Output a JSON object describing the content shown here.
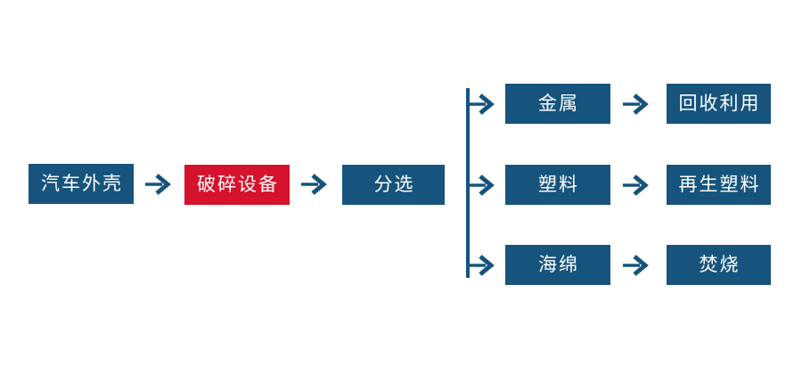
{
  "flowchart": {
    "main_flow": [
      {
        "label": "汽车外壳"
      },
      {
        "label": "破碎设备"
      },
      {
        "label": "分选"
      }
    ],
    "branches": [
      {
        "output": "金属",
        "destination": "回收利用"
      },
      {
        "output": "塑料",
        "destination": "再生塑料"
      },
      {
        "output": "海绵",
        "destination": "焚烧"
      }
    ],
    "colors": {
      "node_blue": "#16547D",
      "node_red": "#D5132D",
      "connector_blue": "#16547D",
      "text_white": "#FFFFFF",
      "background": "#FFFFFF"
    }
  }
}
